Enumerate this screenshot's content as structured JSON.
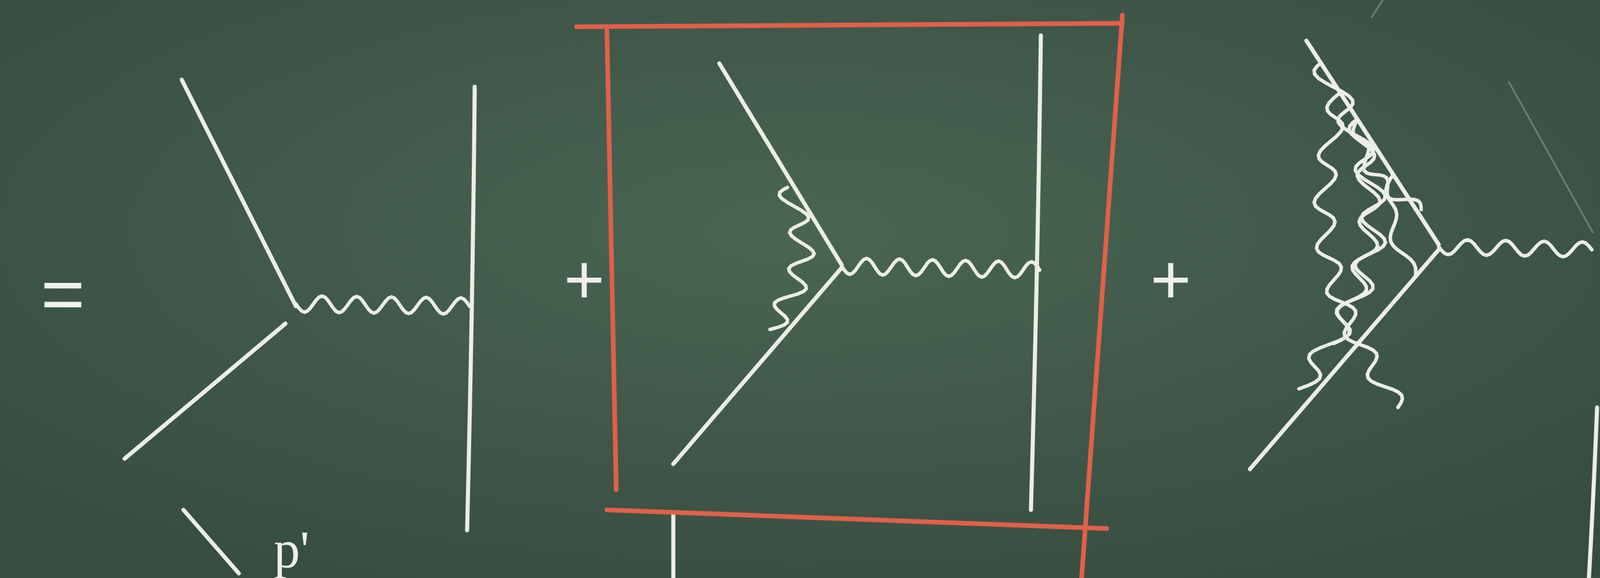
{
  "diagram": {
    "labels": [
      "=",
      "+",
      "+",
      "p'"
    ]
  }
}
